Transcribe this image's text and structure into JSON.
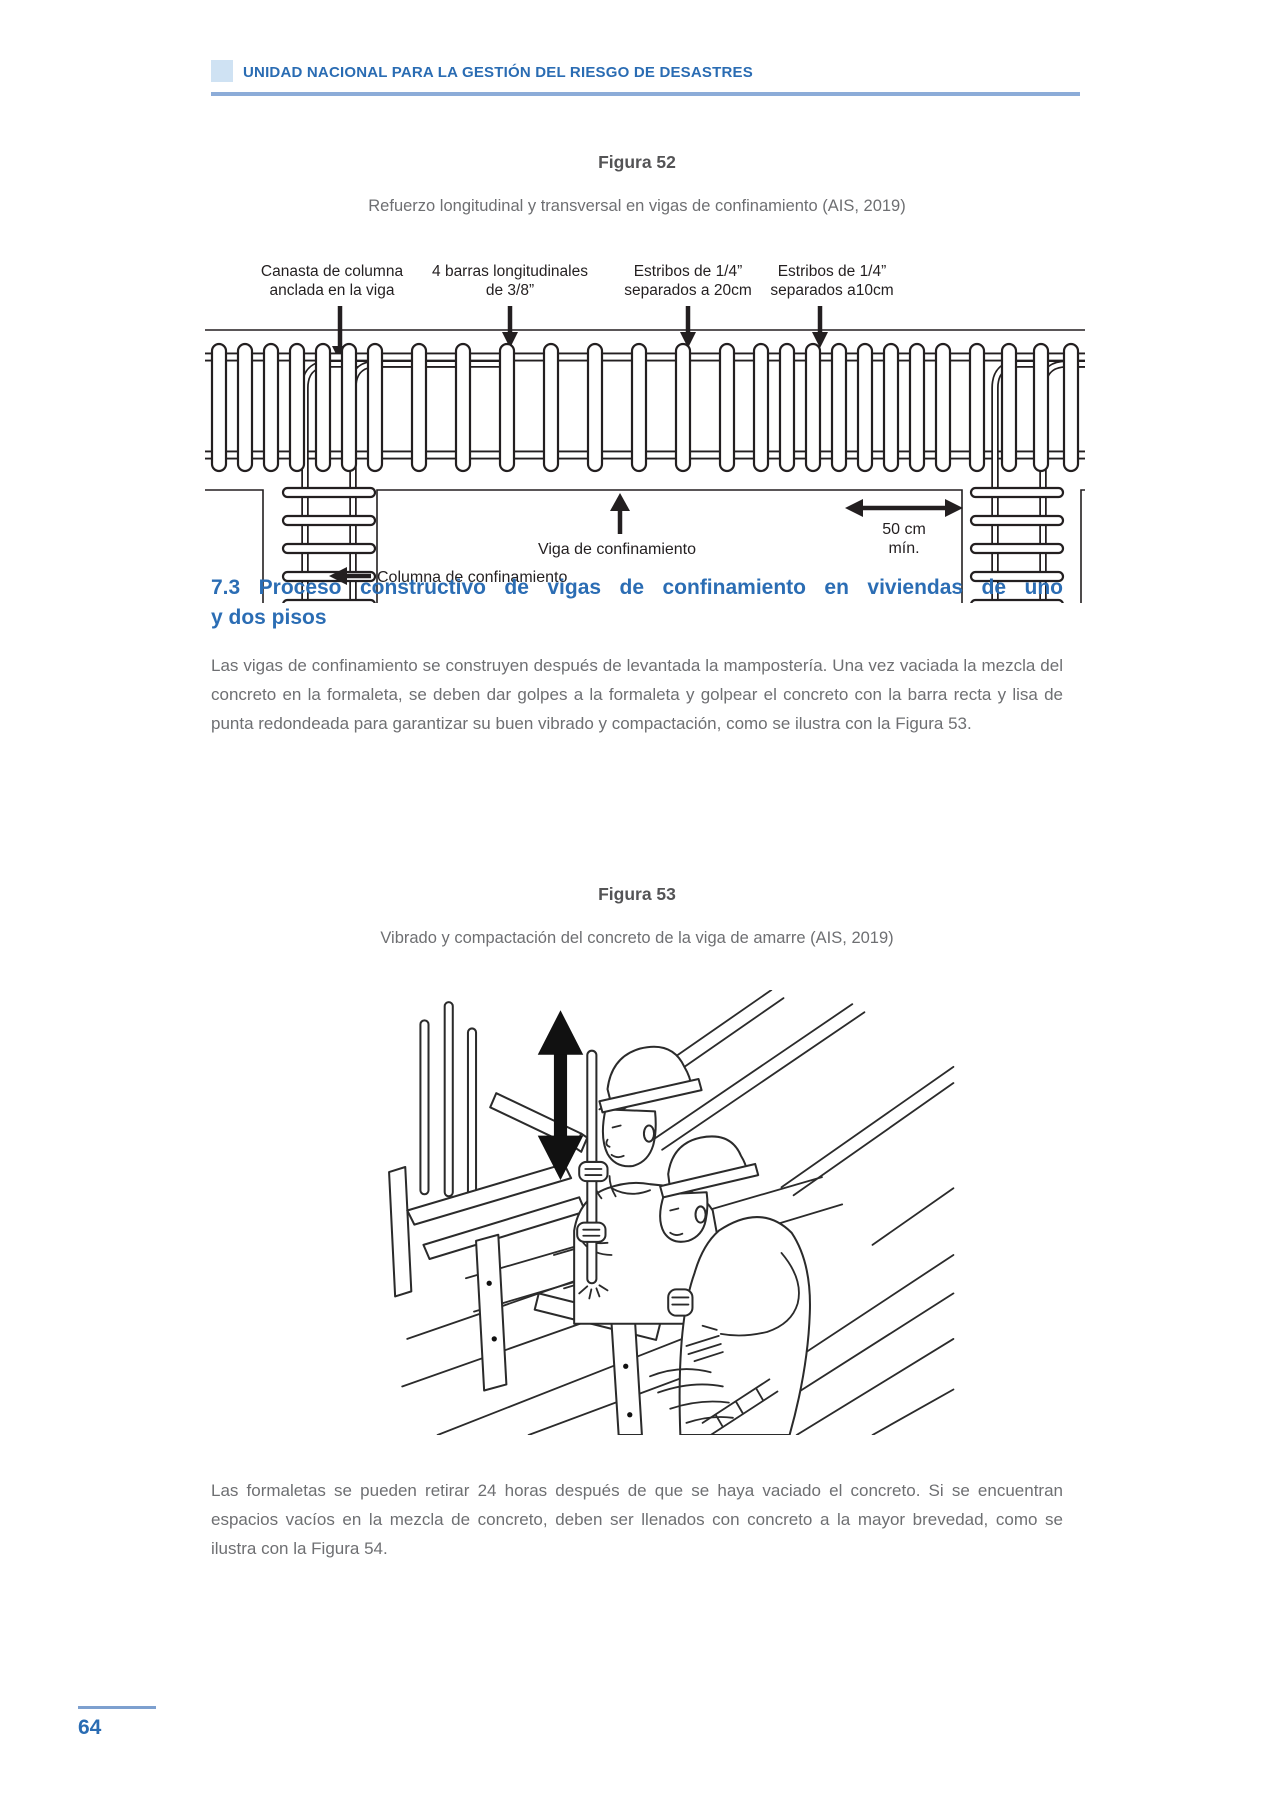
{
  "header": {
    "title": "UNIDAD NACIONAL PARA LA GESTIÓN DEL RIESGO DE DESASTRES"
  },
  "figure52": {
    "title": "Figura 52",
    "caption": "Refuerzo longitudinal y transversal en vigas de confinamiento (AIS, 2019)",
    "labels": {
      "canasta1": "Canasta de columna",
      "canasta2": "anclada en la viga",
      "barras1": "4 barras longitudinales",
      "barras2": "de 3/8”",
      "estribos20a": "Estribos de 1/4”",
      "estribos20b": "separados a 20cm",
      "estribos10a": "Estribos de 1/4”",
      "estribos10b": "separados a10cm",
      "viga": "Viga de confinamiento",
      "dim1": "50 cm",
      "dim2": "mín.",
      "columna": "Columna de confinamiento"
    }
  },
  "section": {
    "heading_line1": "7.3 Proceso constructivo de vigas de confinamiento en viviendas de uno",
    "heading_line2": "y dos pisos"
  },
  "paragraphs": {
    "p1": "Las vigas de confinamiento se construyen después de levantada la mampostería. Una vez vaciada la mezcla del concreto en la formaleta, se deben dar golpes a la formaleta y golpear el concreto con la barra recta y lisa de punta redondeada para garantizar su buen vibrado y compactación, como se ilustra con la Figura 53.",
    "p2": "Las formaletas se pueden retirar 24 horas después de que se haya vaciado el concreto. Si se encuentran espacios vacíos en la mezcla de concreto,  deben ser llenados con concreto a la mayor brevedad, como se ilustra con la Figura 54."
  },
  "figure53": {
    "title": "Figura 53",
    "caption": "Vibrado y compactación del concreto de la viga de amarre (AIS, 2019)"
  },
  "footer": {
    "page_number": "64"
  }
}
